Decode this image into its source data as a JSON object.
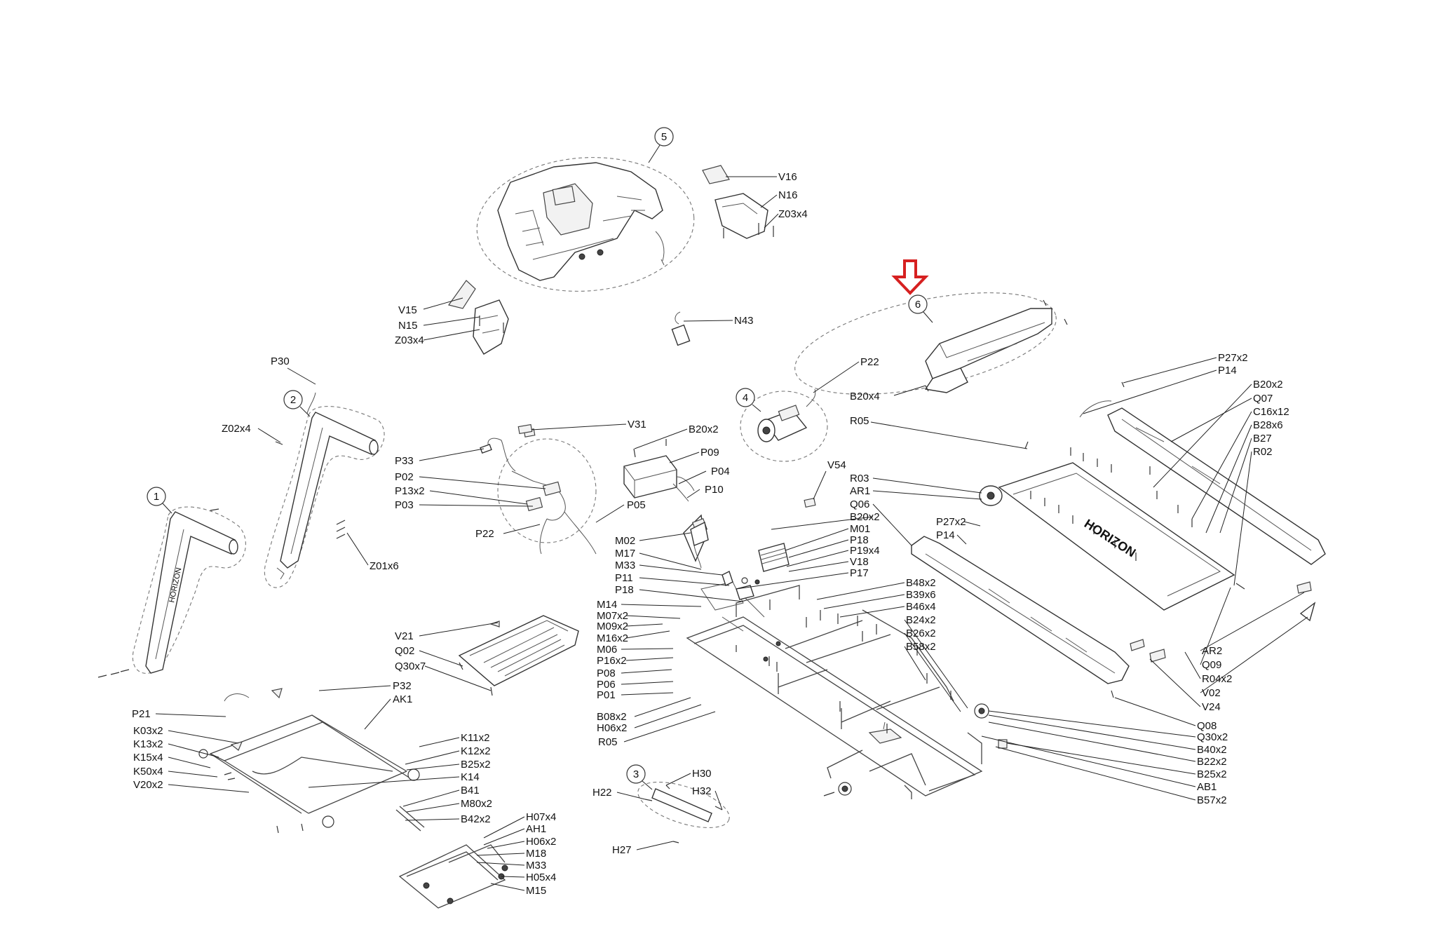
{
  "arrow": {
    "color": "#d62020"
  },
  "brand_text": "HORIZON",
  "assemblies": [
    {
      "id": "a1",
      "label": "1"
    },
    {
      "id": "a2",
      "label": "2"
    },
    {
      "id": "a3",
      "label": "3"
    },
    {
      "id": "a4",
      "label": "4"
    },
    {
      "id": "a5",
      "label": "5"
    },
    {
      "id": "a6",
      "label": "6"
    }
  ],
  "callouts": [
    {
      "id": "v16",
      "label": "V16"
    },
    {
      "id": "n16",
      "label": "N16"
    },
    {
      "id": "z03x4a",
      "label": "Z03x4"
    },
    {
      "id": "v15",
      "label": "V15"
    },
    {
      "id": "n15",
      "label": "N15"
    },
    {
      "id": "z03x4b",
      "label": "Z03x4"
    },
    {
      "id": "n43",
      "label": "N43"
    },
    {
      "id": "p30",
      "label": "P30"
    },
    {
      "id": "z02x4",
      "label": "Z02x4"
    },
    {
      "id": "z01x6",
      "label": "Z01x6"
    },
    {
      "id": "p33",
      "label": "P33"
    },
    {
      "id": "p02",
      "label": "P02"
    },
    {
      "id": "p13x2",
      "label": "P13x2"
    },
    {
      "id": "p03",
      "label": "P03"
    },
    {
      "id": "p22a",
      "label": "P22"
    },
    {
      "id": "v31",
      "label": "V31"
    },
    {
      "id": "b20x2a",
      "label": "B20x2"
    },
    {
      "id": "p09",
      "label": "P09"
    },
    {
      "id": "p04",
      "label": "P04"
    },
    {
      "id": "p10",
      "label": "P10"
    },
    {
      "id": "p05",
      "label": "P05"
    },
    {
      "id": "p22b",
      "label": "P22"
    },
    {
      "id": "b20x4",
      "label": "B20x4"
    },
    {
      "id": "r05a",
      "label": "R05"
    },
    {
      "id": "v54",
      "label": "V54"
    },
    {
      "id": "r03",
      "label": "R03"
    },
    {
      "id": "ar1",
      "label": "AR1"
    },
    {
      "id": "q06",
      "label": "Q06"
    },
    {
      "id": "b20x2b",
      "label": "B20x2"
    },
    {
      "id": "m01",
      "label": "M01"
    },
    {
      "id": "p18a",
      "label": "P18"
    },
    {
      "id": "p19x4",
      "label": "P19x4"
    },
    {
      "id": "v18",
      "label": "V18"
    },
    {
      "id": "p17",
      "label": "P17"
    },
    {
      "id": "p27x2a",
      "label": "P27x2"
    },
    {
      "id": "p14a",
      "label": "P14"
    },
    {
      "id": "p27x2b",
      "label": "P27x2"
    },
    {
      "id": "p14b",
      "label": "P14"
    },
    {
      "id": "b20x2c",
      "label": "B20x2"
    },
    {
      "id": "q07",
      "label": "Q07"
    },
    {
      "id": "c16x12",
      "label": "C16x12"
    },
    {
      "id": "b28x6",
      "label": "B28x6"
    },
    {
      "id": "b27",
      "label": "B27"
    },
    {
      "id": "r02",
      "label": "R02"
    },
    {
      "id": "m02",
      "label": "M02"
    },
    {
      "id": "m17",
      "label": "M17"
    },
    {
      "id": "m33a",
      "label": "M33"
    },
    {
      "id": "p11",
      "label": "P11"
    },
    {
      "id": "p18b",
      "label": "P18"
    },
    {
      "id": "m14",
      "label": "M14"
    },
    {
      "id": "m07x2",
      "label": "M07x2"
    },
    {
      "id": "m09x2",
      "label": "M09x2"
    },
    {
      "id": "m16x2",
      "label": "M16x2"
    },
    {
      "id": "m06",
      "label": "M06"
    },
    {
      "id": "p16x2",
      "label": "P16x2"
    },
    {
      "id": "p08",
      "label": "P08"
    },
    {
      "id": "p06",
      "label": "P06"
    },
    {
      "id": "p01",
      "label": "P01"
    },
    {
      "id": "b08x2",
      "label": "B08x2"
    },
    {
      "id": "h06x2a",
      "label": "H06x2"
    },
    {
      "id": "r05b",
      "label": "R05"
    },
    {
      "id": "b48x2",
      "label": "B48x2"
    },
    {
      "id": "b39x6",
      "label": "B39x6"
    },
    {
      "id": "b46x4",
      "label": "B46x4"
    },
    {
      "id": "b24x2",
      "label": "B24x2"
    },
    {
      "id": "b26x2",
      "label": "B26x2"
    },
    {
      "id": "b58x2",
      "label": "B58x2"
    },
    {
      "id": "ar2",
      "label": "AR2"
    },
    {
      "id": "q09",
      "label": "Q09"
    },
    {
      "id": "r04x2",
      "label": "R04x2"
    },
    {
      "id": "v02",
      "label": "V02"
    },
    {
      "id": "v24",
      "label": "V24"
    },
    {
      "id": "q08",
      "label": "Q08"
    },
    {
      "id": "q30x2",
      "label": "Q30x2"
    },
    {
      "id": "b40x2",
      "label": "B40x2"
    },
    {
      "id": "b22x2",
      "label": "B22x2"
    },
    {
      "id": "b25x2a",
      "label": "B25x2"
    },
    {
      "id": "ab1",
      "label": "AB1"
    },
    {
      "id": "b57x2",
      "label": "B57x2"
    },
    {
      "id": "v21",
      "label": "V21"
    },
    {
      "id": "q02",
      "label": "Q02"
    },
    {
      "id": "q30x7",
      "label": "Q30x7"
    },
    {
      "id": "p32",
      "label": "P32"
    },
    {
      "id": "ak1",
      "label": "AK1"
    },
    {
      "id": "p21",
      "label": "P21"
    },
    {
      "id": "k03x2",
      "label": "K03x2"
    },
    {
      "id": "k13x2",
      "label": "K13x2"
    },
    {
      "id": "k15x4",
      "label": "K15x4"
    },
    {
      "id": "k50x4",
      "label": "K50x4"
    },
    {
      "id": "v20x2",
      "label": "V20x2"
    },
    {
      "id": "k11x2",
      "label": "K11x2"
    },
    {
      "id": "k12x2",
      "label": "K12x2"
    },
    {
      "id": "b25x2b",
      "label": "B25x2"
    },
    {
      "id": "k14",
      "label": "K14"
    },
    {
      "id": "b41",
      "label": "B41"
    },
    {
      "id": "m80x2",
      "label": "M80x2"
    },
    {
      "id": "b42x2",
      "label": "B42x2"
    },
    {
      "id": "h07x4",
      "label": "H07x4"
    },
    {
      "id": "ah1",
      "label": "AH1"
    },
    {
      "id": "h06x2b",
      "label": "H06x2"
    },
    {
      "id": "m18",
      "label": "M18"
    },
    {
      "id": "m33b",
      "label": "M33"
    },
    {
      "id": "h05x4",
      "label": "H05x4"
    },
    {
      "id": "m15",
      "label": "M15"
    },
    {
      "id": "h30",
      "label": "H30"
    },
    {
      "id": "h22",
      "label": "H22"
    },
    {
      "id": "h32",
      "label": "H32"
    },
    {
      "id": "h27",
      "label": "H27"
    }
  ]
}
